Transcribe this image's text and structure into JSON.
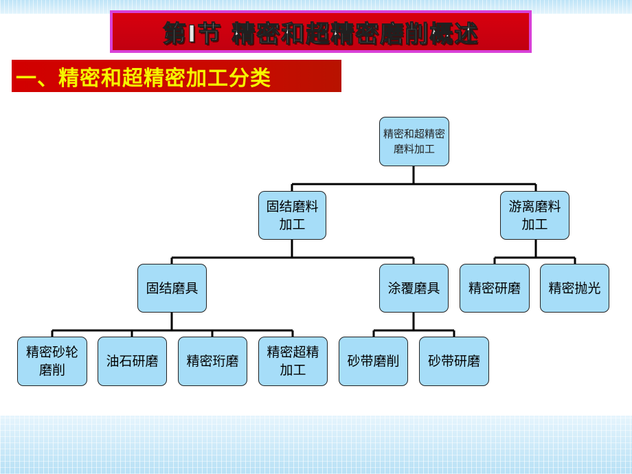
{
  "slide": {
    "title": "第Ⅰ节  精密和超精密磨削概述",
    "section_heading": "一、精密和超精密加工分类"
  },
  "tree": {
    "root": "精密和超精密磨料加工",
    "level1": [
      {
        "label": "固结磨料加工",
        "children": [
          {
            "label": "固结磨具",
            "children": [
              "精密砂轮磨削",
              "油石研磨",
              "精密珩磨",
              "精密超精加工"
            ]
          },
          {
            "label": "涂覆磨具",
            "children": [
              "砂带磨削",
              "砂带研磨"
            ]
          }
        ]
      },
      {
        "label": "游离磨料加工",
        "children": [
          "精密研磨",
          "精密抛光"
        ]
      }
    ]
  },
  "colors": {
    "node_fill": "#a6ddf8",
    "title_red": "#d8000e",
    "title_border": "#d840d8",
    "heading_text": "#f5f700"
  }
}
